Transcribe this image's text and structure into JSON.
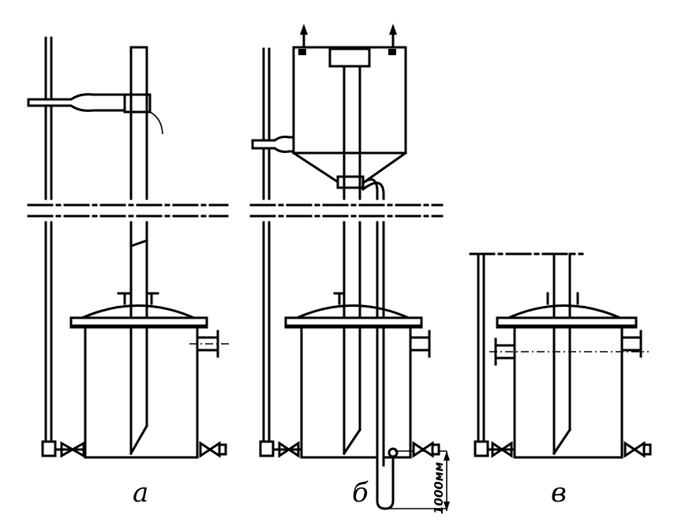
{
  "labels": {
    "a": "а",
    "b": "б",
    "v": "в"
  },
  "dimension": "1000мм",
  "colors": {
    "ink": "#000000",
    "paper": "#ffffff"
  }
}
